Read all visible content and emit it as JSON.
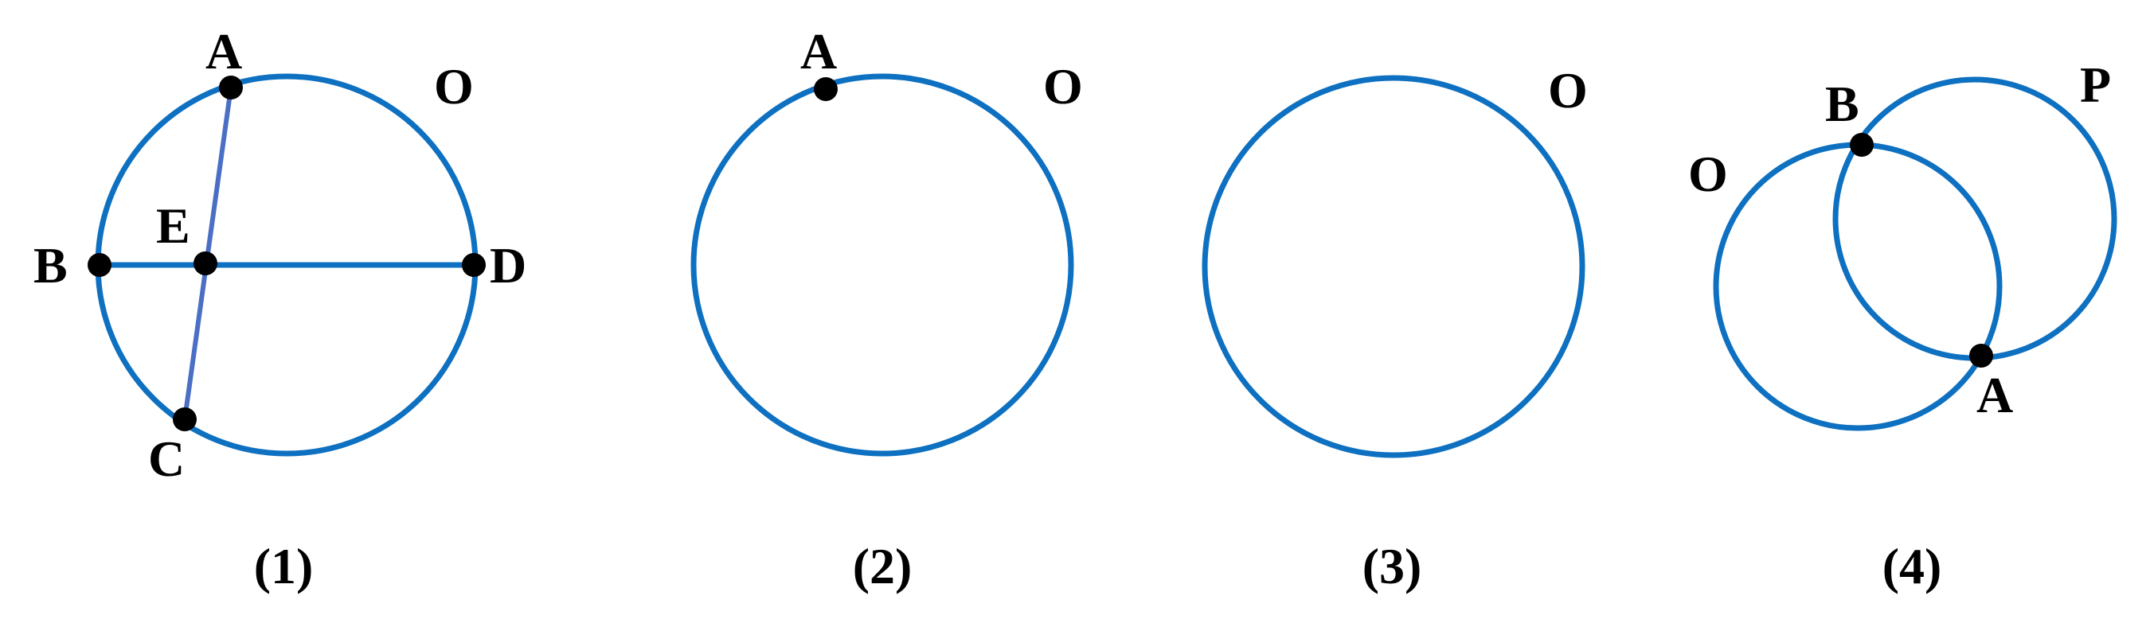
{
  "figures": [
    {
      "caption": "(1)",
      "labels": {
        "center": "O",
        "A": "A",
        "B": "B",
        "C": "C",
        "D": "D",
        "E": "E"
      }
    },
    {
      "caption": "(2)",
      "labels": {
        "center": "O",
        "A": "A"
      }
    },
    {
      "caption": "(3)",
      "labels": {
        "center": "O"
      }
    },
    {
      "caption": "(4)",
      "labels": {
        "circle_left": "O",
        "circle_right": "P",
        "A": "A",
        "B": "B"
      }
    }
  ],
  "colors": {
    "stroke": "#0e70c0",
    "point": "#000000",
    "text": "#000000"
  }
}
